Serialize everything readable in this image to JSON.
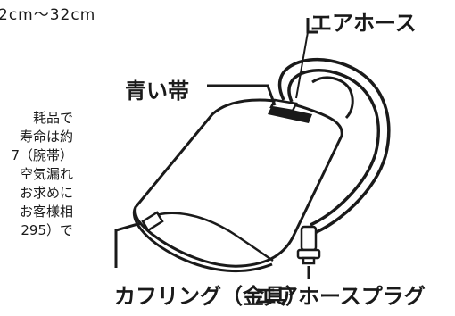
{
  "size_text": "2cm〜32cm",
  "body_lines": [
    "耗品で",
    "寿命は約",
    "7（腕帯）",
    "空気漏れ",
    "お求めに",
    "お客様相",
    "295）で"
  ],
  "labels": {
    "air_hose": "エアホース",
    "blue_band": "青い帯",
    "coupling": "カフリング（金具）",
    "air_hose_plug": "エアホースプラグ"
  },
  "colors": {
    "line": "#1a1a1a",
    "band": "#1a1a1a",
    "background": "#ffffff"
  }
}
